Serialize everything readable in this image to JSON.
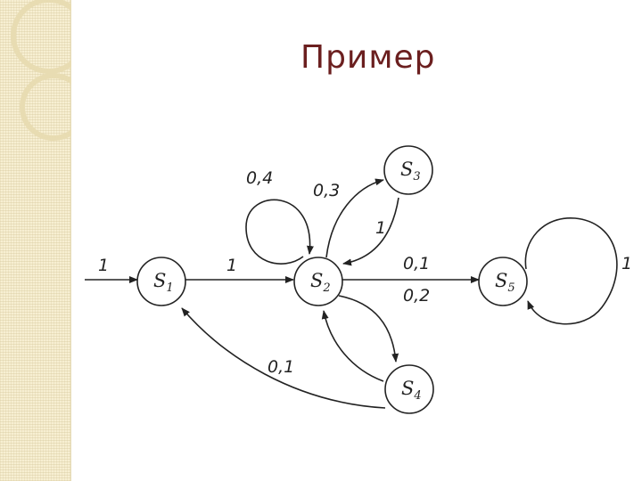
{
  "title": "Пример",
  "nodes": [
    {
      "id": "s1",
      "name": "S",
      "sub": "1"
    },
    {
      "id": "s2",
      "name": "S",
      "sub": "2"
    },
    {
      "id": "s3",
      "name": "S",
      "sub": "3"
    },
    {
      "id": "s4",
      "name": "S",
      "sub": "4"
    },
    {
      "id": "s5",
      "name": "S",
      "sub": "5"
    }
  ],
  "edges": [
    {
      "from": "start",
      "to": "s1",
      "label": "1"
    },
    {
      "from": "s1",
      "to": "s2",
      "label": "1"
    },
    {
      "from": "s2",
      "to": "s2",
      "label": "0,4"
    },
    {
      "from": "s2",
      "to": "s3",
      "label": "0,3"
    },
    {
      "from": "s3",
      "to": "s2",
      "label": "1"
    },
    {
      "from": "s2",
      "to": "s5",
      "label": "0,1"
    },
    {
      "from": "s2",
      "to": "s4",
      "label": "0,2"
    },
    {
      "from": "s4",
      "to": "s1",
      "label": "0,1"
    },
    {
      "from": "s5",
      "to": "s5",
      "label": "1"
    }
  ],
  "colors": {
    "title": "#6b1f1f",
    "lines": "#222222",
    "strip": "#f7efd2"
  }
}
